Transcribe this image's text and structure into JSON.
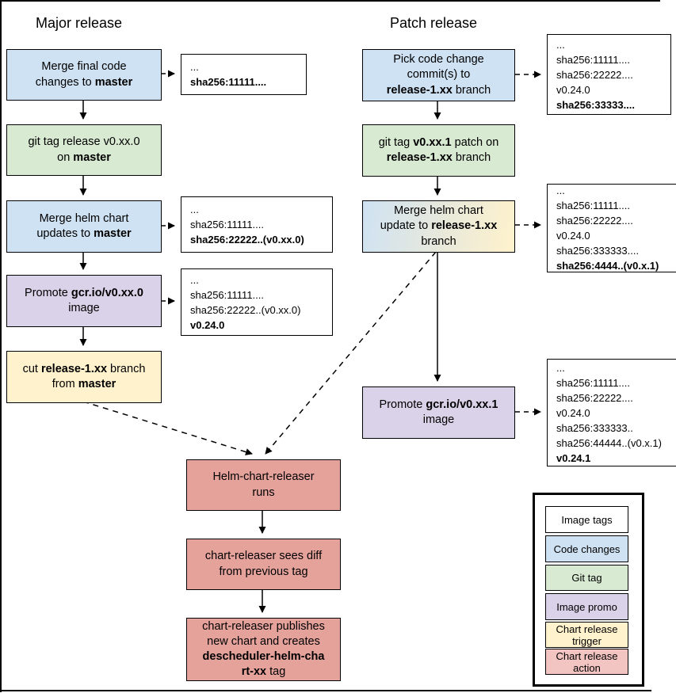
{
  "titles": {
    "major": "Major release",
    "patch": "Patch release"
  },
  "nodes": {
    "merge_final_code": {
      "segments": [
        {
          "t": "Merge final code\nchanges to "
        },
        {
          "t": "master",
          "b": true
        }
      ]
    },
    "git_tag_major": {
      "segments": [
        {
          "t": "git tag release v0.xx.0\non "
        },
        {
          "t": "master",
          "b": true
        }
      ]
    },
    "merge_helm_master": {
      "segments": [
        {
          "t": "Merge helm chart\nupdates to "
        },
        {
          "t": "master",
          "b": true
        }
      ]
    },
    "promote_major": {
      "segments": [
        {
          "t": "Promote "
        },
        {
          "t": "gcr.io/v0.xx.0",
          "b": true
        },
        {
          "t": "\nimage"
        }
      ]
    },
    "cut_release": {
      "segments": [
        {
          "t": "cut "
        },
        {
          "t": "release-1.xx",
          "b": true
        },
        {
          "t": " branch\nfrom "
        },
        {
          "t": "master",
          "b": true
        }
      ]
    },
    "pick_code_change": {
      "segments": [
        {
          "t": "Pick code change\ncommit(s) to\n"
        },
        {
          "t": "release-1.xx",
          "b": true
        },
        {
          "t": " branch"
        }
      ]
    },
    "git_tag_patch": {
      "segments": [
        {
          "t": "git tag "
        },
        {
          "t": "v0.xx.1",
          "b": true
        },
        {
          "t": " patch on\n"
        },
        {
          "t": "release-1.xx",
          "b": true
        },
        {
          "t": " branch"
        }
      ]
    },
    "merge_helm_release": {
      "segments": [
        {
          "t": "Merge helm chart\nupdate to "
        },
        {
          "t": "release-1.xx",
          "b": true
        },
        {
          "t": "\nbranch"
        }
      ]
    },
    "promote_patch": {
      "segments": [
        {
          "t": "Promote "
        },
        {
          "t": "gcr.io/v0.xx.1",
          "b": true
        },
        {
          "t": "\nimage"
        }
      ]
    },
    "releaser_runs": {
      "segments": [
        {
          "t": "Helm-chart-releaser\nruns"
        }
      ]
    },
    "releaser_diff": {
      "segments": [
        {
          "t": "chart-releaser sees diff\nfrom previous tag"
        }
      ]
    },
    "releaser_publish": {
      "segments": [
        {
          "t": "chart-releaser publishes\nnew chart and creates\n"
        },
        {
          "t": "descheduler-helm-cha\nrt-xx",
          "b": true
        },
        {
          "t": " tag"
        }
      ]
    }
  },
  "tags": {
    "major_1": {
      "segments": [
        {
          "t": "...\n"
        },
        {
          "t": "sha256:11111....",
          "b": true
        }
      ]
    },
    "major_2": {
      "segments": [
        {
          "t": "...\nsha256:11111....\n"
        },
        {
          "t": "sha256:22222..(v0.xx.0)",
          "b": true
        }
      ]
    },
    "major_3": {
      "segments": [
        {
          "t": "...\nsha256:11111....\nsha256:22222..(v0.xx.0)\n"
        },
        {
          "t": "v0.24.0",
          "b": true
        }
      ]
    },
    "patch_1": {
      "segments": [
        {
          "t": "...\nsha256:11111....\nsha256:22222....\nv0.24.0\n"
        },
        {
          "t": "sha256:33333....",
          "b": true
        }
      ]
    },
    "patch_2": {
      "segments": [
        {
          "t": "...\nsha256:11111....\nsha256:22222....\nv0.24.0\nsha256:333333....\n"
        },
        {
          "t": "sha256:4444..(v0.x.1)",
          "b": true
        }
      ]
    },
    "patch_3": {
      "segments": [
        {
          "t": "...\nsha256:11111....\nsha256:22222....\nv0.24.0\nsha256:333333..\nsha256:44444..(v0.x.1)\n"
        },
        {
          "t": "v0.24.1",
          "b": true
        }
      ]
    }
  },
  "legend": {
    "items": [
      {
        "label": "Image tags",
        "color": "#ffffff"
      },
      {
        "label": "Code changes",
        "color": "#cfe2f3"
      },
      {
        "label": "Git tag",
        "color": "#d9ead3"
      },
      {
        "label": "Image promo",
        "color": "#d9d2e9"
      },
      {
        "label": "Chart release trigger",
        "color": "#fff2cc"
      },
      {
        "label": "Chart release action",
        "color": "#f3c5c2"
      }
    ]
  },
  "colors": {
    "code_changes": "#cfe2f3",
    "git_tag": "#d9ead3",
    "image_promo": "#d9d2e9",
    "chart_release_trigger": "#fff2cc",
    "chart_release_action": "#e5a29b",
    "tag_box": "#ffffff",
    "line": "#000000"
  }
}
